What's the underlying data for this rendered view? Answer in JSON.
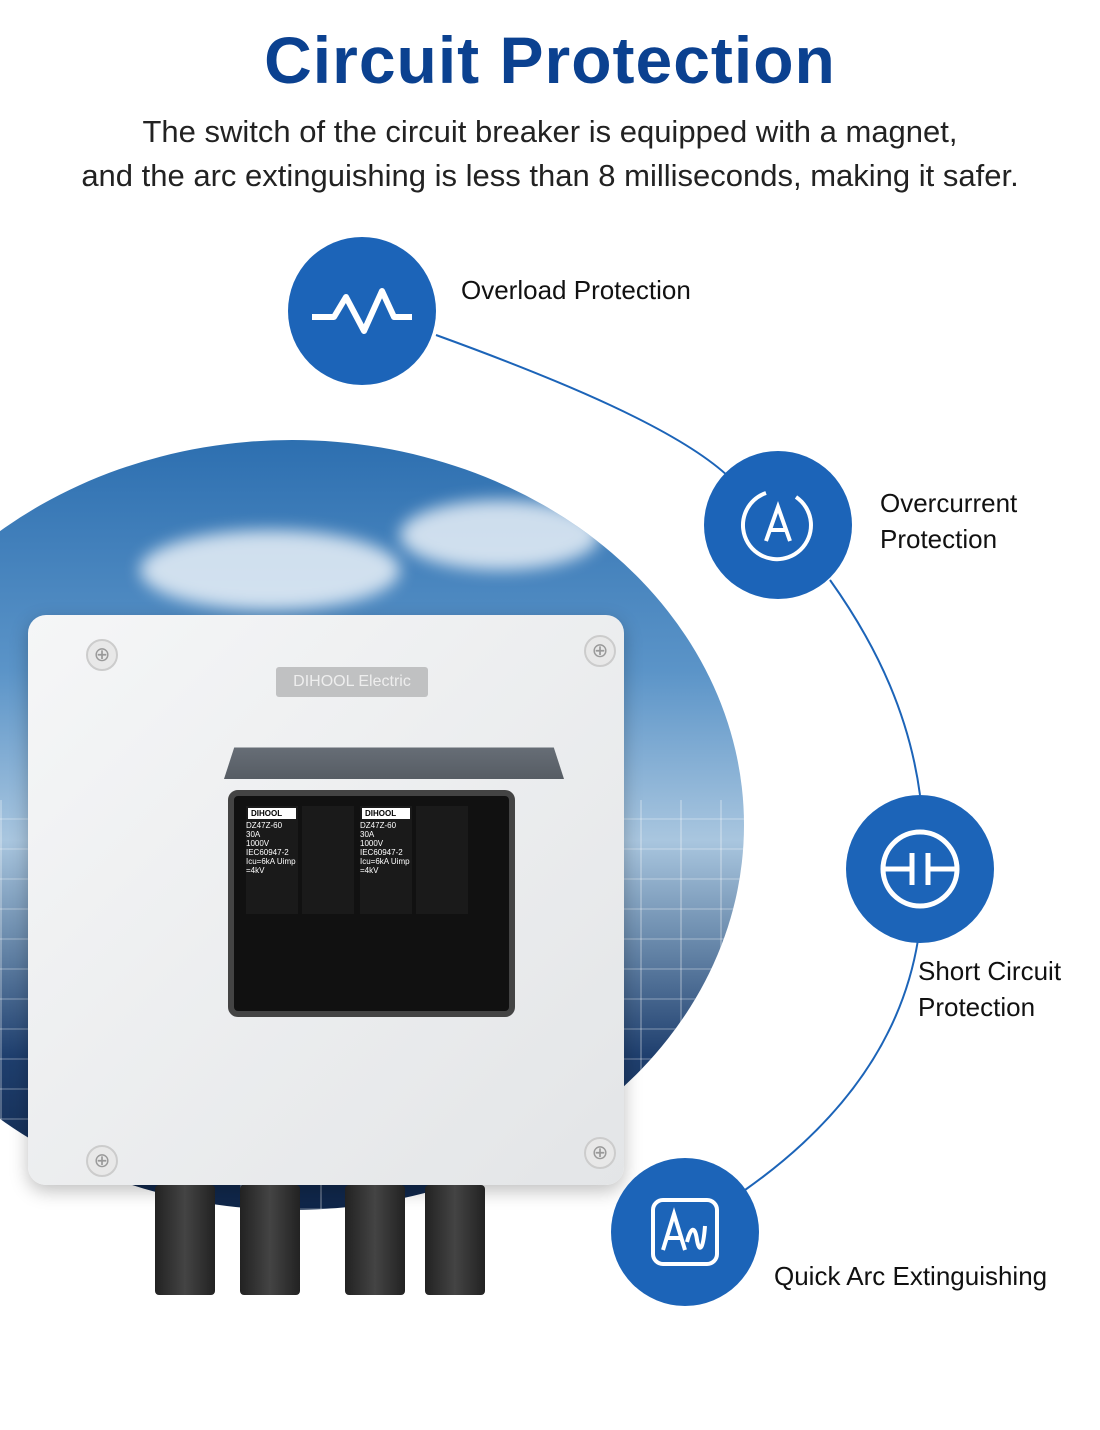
{
  "header": {
    "title": "Circuit Protection",
    "subtitle_line1": "The switch of the circuit breaker is equipped with a magnet,",
    "subtitle_line2": "and the arc extinguishing is less than 8 milliseconds, making it safer."
  },
  "features": [
    {
      "icon": "pulse-wave-icon",
      "label_line1": "Overload Protection",
      "label_line2": ""
    },
    {
      "icon": "ampere-icon",
      "label_line1": "Overcurrent",
      "label_line2": "Protection"
    },
    {
      "icon": "capacitor-short-icon",
      "label_line1": "Short Circuit",
      "label_line2": "Protection"
    },
    {
      "icon": "arc-waveform-icon",
      "label_line1": "Quick Arc Extinguishing",
      "label_line2": ""
    }
  ],
  "product": {
    "brand_plate": "DIHOOL Electric",
    "breaker_brand": "DIHOOL",
    "breaker_model": "DZ47Z-60",
    "breaker_rating": "30A",
    "breaker_voltage": "1000V",
    "breaker_standard": "IEC60947-2",
    "breaker_specs": "Icu=6kA Uimp=4kV"
  },
  "colors": {
    "title": "#0b4190",
    "icon_circle": "#1c64b8",
    "connector_line": "#1c64b8"
  }
}
